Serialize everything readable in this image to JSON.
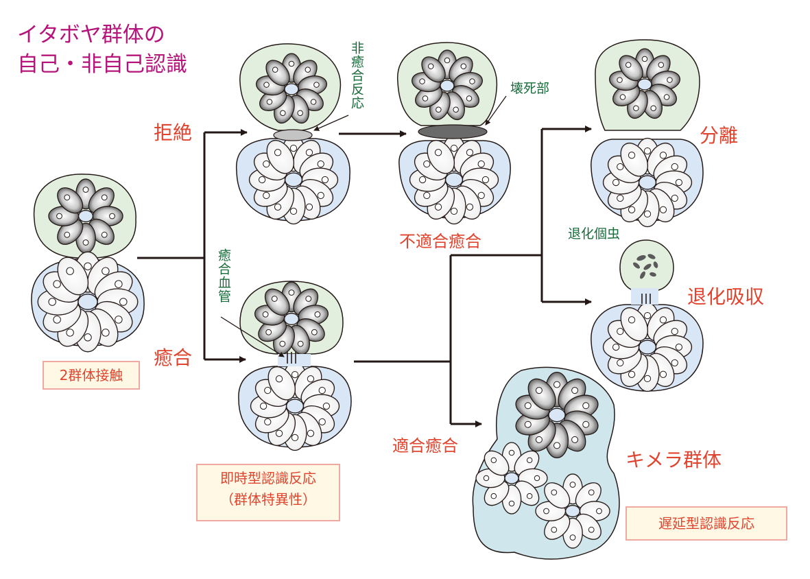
{
  "title": {
    "line1": "イタボヤ群体の",
    "line2": "自己・非自己認識"
  },
  "labels": {
    "rejection": "拒絶",
    "fusion": "癒合",
    "incompatible_fusion": "不適合癒合",
    "compatible_fusion": "適合癒合",
    "separation": "分離",
    "regression_absorption": "退化吸収",
    "chimera": "キメラ群体"
  },
  "annotations": {
    "nonfusion_reaction": "非癒合反応",
    "necrotic_area": "壊死部",
    "fusion_vessel": "癒合血管",
    "degenerated_zooids": "退化個虫"
  },
  "boxes": {
    "contact": "2群体接触",
    "immediate_line1": "即時型認識反応",
    "immediate_line2": "（群体特異性）",
    "delayed": "遅延型認識反応"
  },
  "colors": {
    "title": "#b5157a",
    "label_red": "#e0442f",
    "annotation_green": "#1a6b3c",
    "box_fill": "#fff8e4",
    "box_border": "#f0a9a2",
    "colony_green": "#e2efdf",
    "colony_blue": "#d9e6f5",
    "chimera_fill": "#cfe6ec",
    "necrosis": "#6a6a6a"
  }
}
